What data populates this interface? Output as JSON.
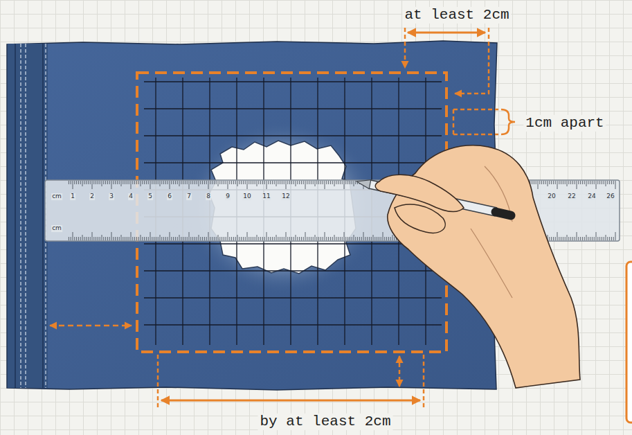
{
  "diagram": {
    "labels": [
      "at least 2cm",
      "1cm apart",
      "by at least 2cm",
      "cm",
      "1",
      "2",
      "3",
      "4",
      "5",
      "6",
      "7",
      "8",
      "9",
      "10",
      "11",
      "12",
      "20",
      "22",
      "24",
      "26",
      "cm"
    ]
  }
}
